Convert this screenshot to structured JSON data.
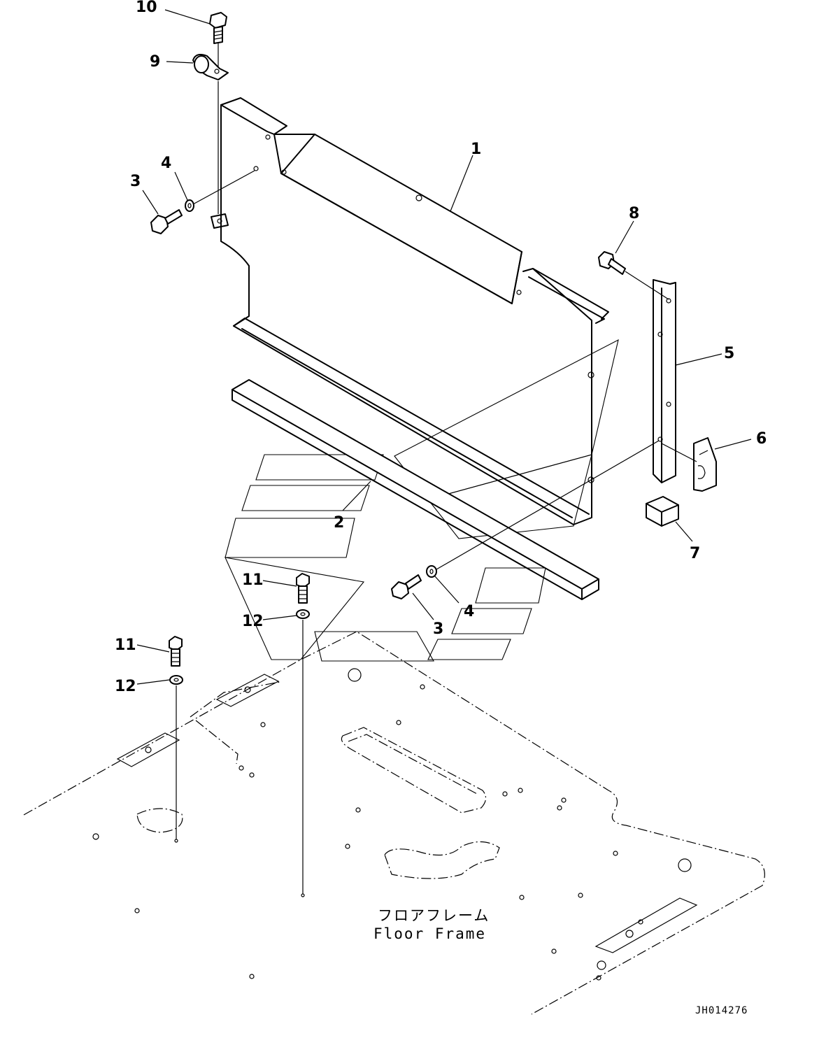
{
  "callouts": {
    "c1": "1",
    "c2": "2",
    "c3a": "3",
    "c3b": "3",
    "c4a": "4",
    "c4b": "4",
    "c5": "5",
    "c6": "6",
    "c7": "7",
    "c8": "8",
    "c9": "9",
    "c10": "10",
    "c11a": "11",
    "c11b": "11",
    "c12a": "12",
    "c12b": "12"
  },
  "floor_frame": {
    "label_jp": "フロアフレーム",
    "label_en": "Floor Frame"
  },
  "drawing_code": "JH014276"
}
